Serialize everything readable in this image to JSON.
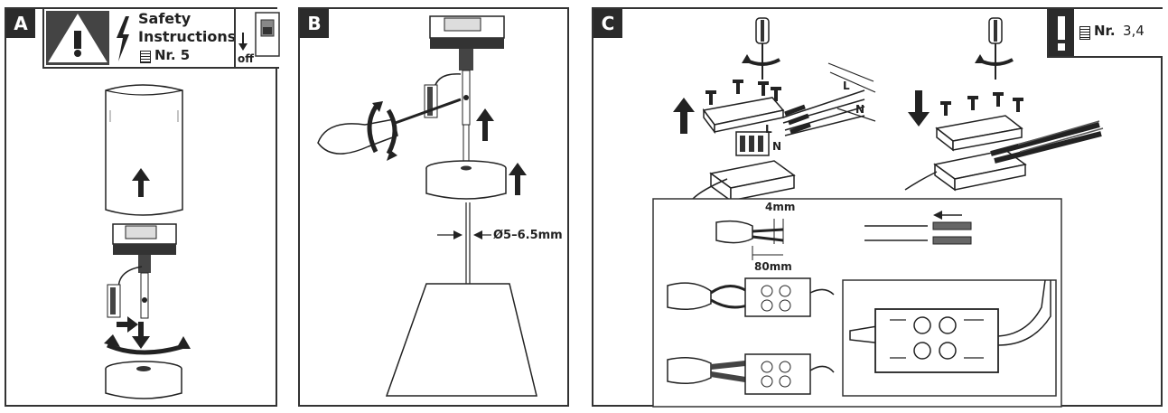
{
  "panels": {
    "a": {
      "label": "A",
      "safety_title_line1": "Safety",
      "safety_title_line2": "Instructions",
      "ref_icon": "document-icon",
      "ref_text": "Nr. 5",
      "switch_label": "off"
    },
    "b": {
      "label": "B",
      "diameter": "Ø5–6.5mm"
    },
    "c": {
      "label": "C",
      "ref_icon": "document-icon",
      "ref_prefix": "Nr.",
      "ref_numbers": "3,4",
      "wire_L": "L",
      "wire_N": "N",
      "terminal_L": "L",
      "terminal_N": "N",
      "strip_short": "4mm",
      "strip_long": "80mm"
    }
  },
  "colors": {
    "ink": "#222222",
    "tag_bg": "#2b2b2b",
    "panel_header_bg": "#e6e6e6"
  }
}
